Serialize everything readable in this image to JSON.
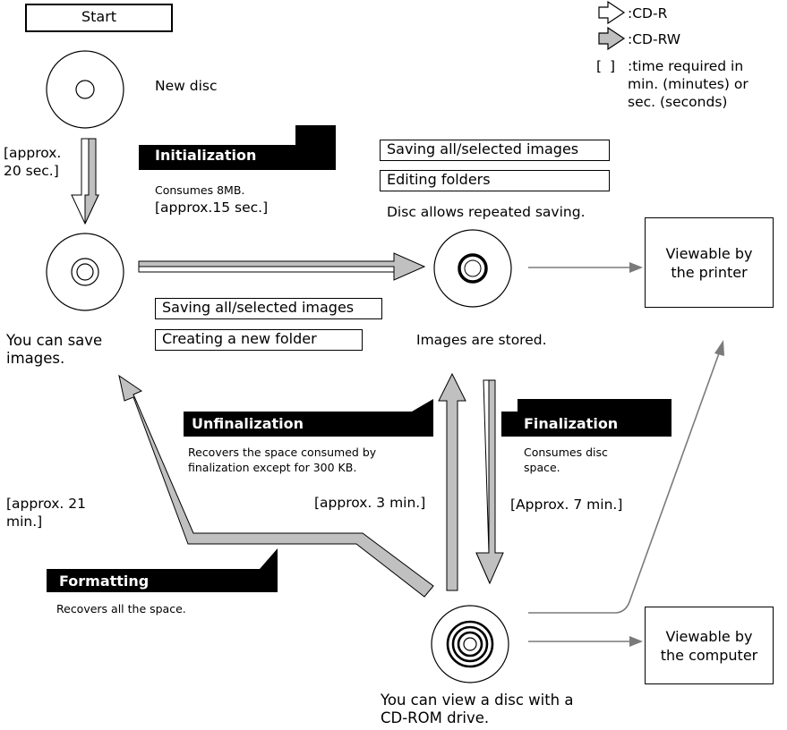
{
  "start_label": "Start",
  "legend": {
    "cd_r": ":CD-R",
    "cd_rw": ":CD-RW",
    "bracket_symbol": "[ ]",
    "bracket_text": [
      ":time required in",
      "min. (minutes) or",
      "sec. (seconds)"
    ]
  },
  "new_disc": {
    "label": "New disc",
    "time": [
      "[approx.",
      "20 sec.]"
    ]
  },
  "initialization": {
    "banner": "Initialization",
    "desc": "Consumes 8MB.",
    "time": "[approx.15 sec.]"
  },
  "save_disc": {
    "caption": [
      "You can save",
      "images."
    ],
    "ops": [
      "Saving all/selected images",
      "Creating a new folder"
    ]
  },
  "stored_disc": {
    "ops": [
      "Saving all/selected images",
      "Editing folders"
    ],
    "note": "Disc allows repeated saving.",
    "caption": "Images are stored."
  },
  "printer_box": [
    "Viewable by",
    "the printer"
  ],
  "computer_box": [
    "Viewable by",
    "the computer"
  ],
  "unfinalization": {
    "banner": "Unfinalization",
    "desc": [
      "Recovers the space consumed by",
      "finalization except for 300 KB."
    ],
    "time": "[approx. 3 min.]"
  },
  "finalization": {
    "banner": "Finalization",
    "desc": [
      "Consumes disc",
      "space."
    ],
    "time": "[Approx. 7 min.]"
  },
  "formatting": {
    "banner": "Formatting",
    "desc": "Recovers all the space.",
    "time": [
      "[approx. 21",
      "min.]"
    ]
  },
  "final_disc": {
    "caption": [
      "You can view a disc with a",
      "CD-ROM drive."
    ]
  },
  "colors": {
    "arrow_fill": "#c0c0c0",
    "line": "#7a7a7a",
    "banner": "#000000"
  }
}
